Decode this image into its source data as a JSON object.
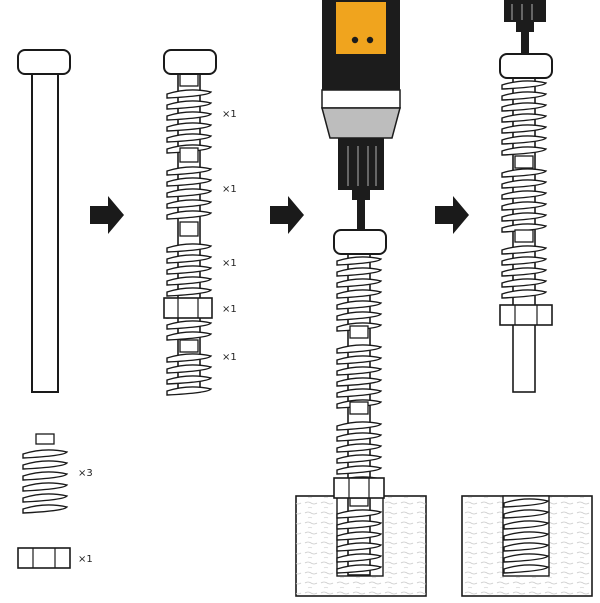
{
  "colors": {
    "line": "#1a1a1a",
    "fill": "#ffffff",
    "drill_body": "#1c1c1c",
    "drill_accent": "#f0a41e",
    "drill_grey": "#bdbdbd",
    "arrow": "#1a1a1a",
    "block_texture": "#cfcfcf"
  },
  "labels": {
    "step2_q1": "×1",
    "step2_q2": "×1",
    "step2_q3": "×1",
    "step2_q4": "×1",
    "step2_q5": "×1",
    "parts_spring_qty": "×3",
    "parts_nut_qty": "×1"
  },
  "icons": [
    "bolt-icon",
    "arrow-right-icon",
    "coil-spring-icon",
    "hex-nut-icon",
    "power-drill-icon",
    "drilled-block-icon"
  ]
}
